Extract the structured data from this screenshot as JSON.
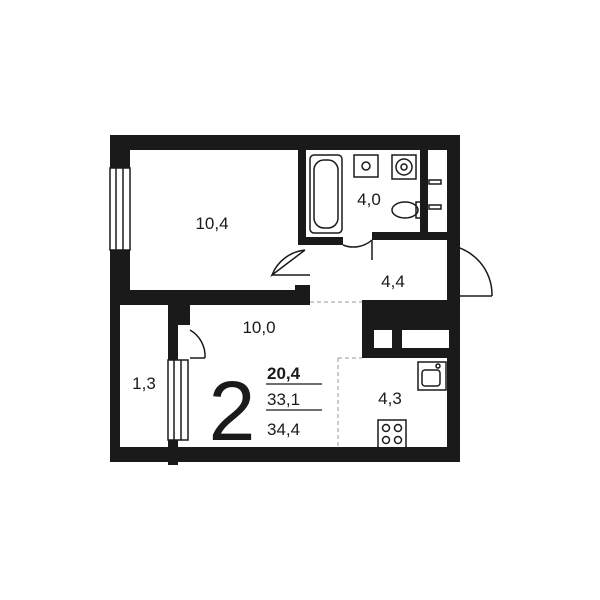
{
  "plan": {
    "room_count": "2",
    "rooms": {
      "living": "10,4",
      "bathroom": "4,0",
      "hall": "4,4",
      "room": "10,0",
      "balcony": "1,3",
      "kitchen": "4,3"
    },
    "totals": {
      "living_area": "20,4",
      "total_area": "33,1",
      "total_with_balcony": "34,4"
    }
  }
}
